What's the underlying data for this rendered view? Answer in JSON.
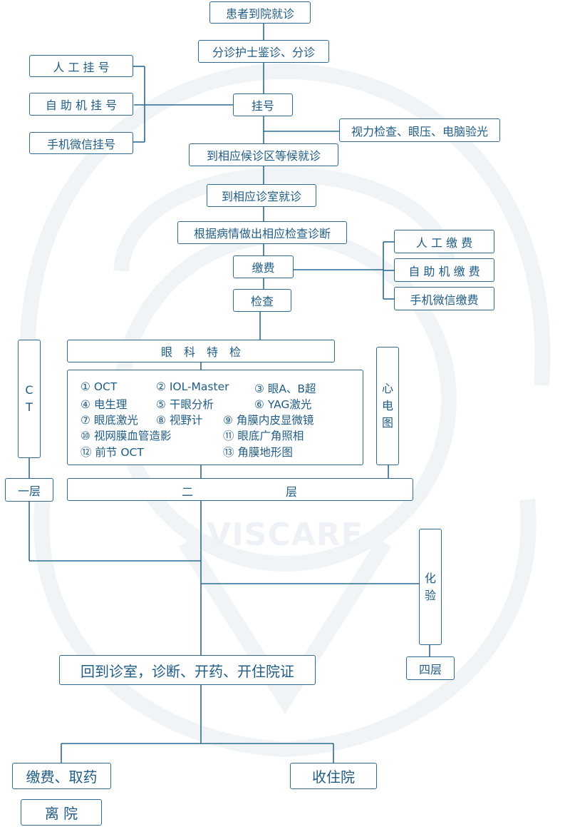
{
  "flow": {
    "arrive": "患者到院就诊",
    "triage": "分诊护士鉴诊、分诊",
    "register": "挂号",
    "register_options": [
      "人 工 挂 号",
      "自 助 机 挂 号",
      "手机微信挂号"
    ],
    "vision_check": "视力检查、眼压、电脑验光",
    "wait_area": "到相应候诊区等候就诊",
    "clinic_room": "到相应诊室就诊",
    "exam_order": "根据病情做出相应检查诊断",
    "pay": "缴费",
    "pay_options": [
      "人 工 缴 费",
      "自 助 机 缴 费",
      "手机微信缴费"
    ],
    "exam": "检查"
  },
  "eye_special": {
    "title": "眼　科　特　检",
    "items": [
      "① OCT",
      "② IOL-Master",
      "③ 眼A、B超",
      "④ 电生理",
      "⑤ 干眼分析",
      "⑥ YAG激光",
      "⑦ 眼底激光",
      "⑧ 视野计",
      "⑨ 角膜内皮显微镜",
      "⑩ 视网膜血管造影",
      "⑪ 眼底广角照相",
      "⑫ 前节 OCT",
      "⑬ 角膜地形图"
    ]
  },
  "ct": {
    "chars": [
      "C",
      "T"
    ],
    "floor": "一层"
  },
  "ecg": {
    "chars": [
      "心",
      "电",
      "图"
    ]
  },
  "second_floor": {
    "left": "二",
    "right": "层"
  },
  "lab": {
    "chars": [
      "化",
      "验"
    ],
    "floor": "四层"
  },
  "return_room": "回到诊室，诊断、开药、开住院证",
  "pay_medicine": "缴费、取药",
  "admit": "收住院",
  "leave": "离 院",
  "watermark": "VISCARE",
  "colors": {
    "line": "#2d6a96",
    "text": "#1f5c86",
    "watermark": "#eef2f6"
  }
}
